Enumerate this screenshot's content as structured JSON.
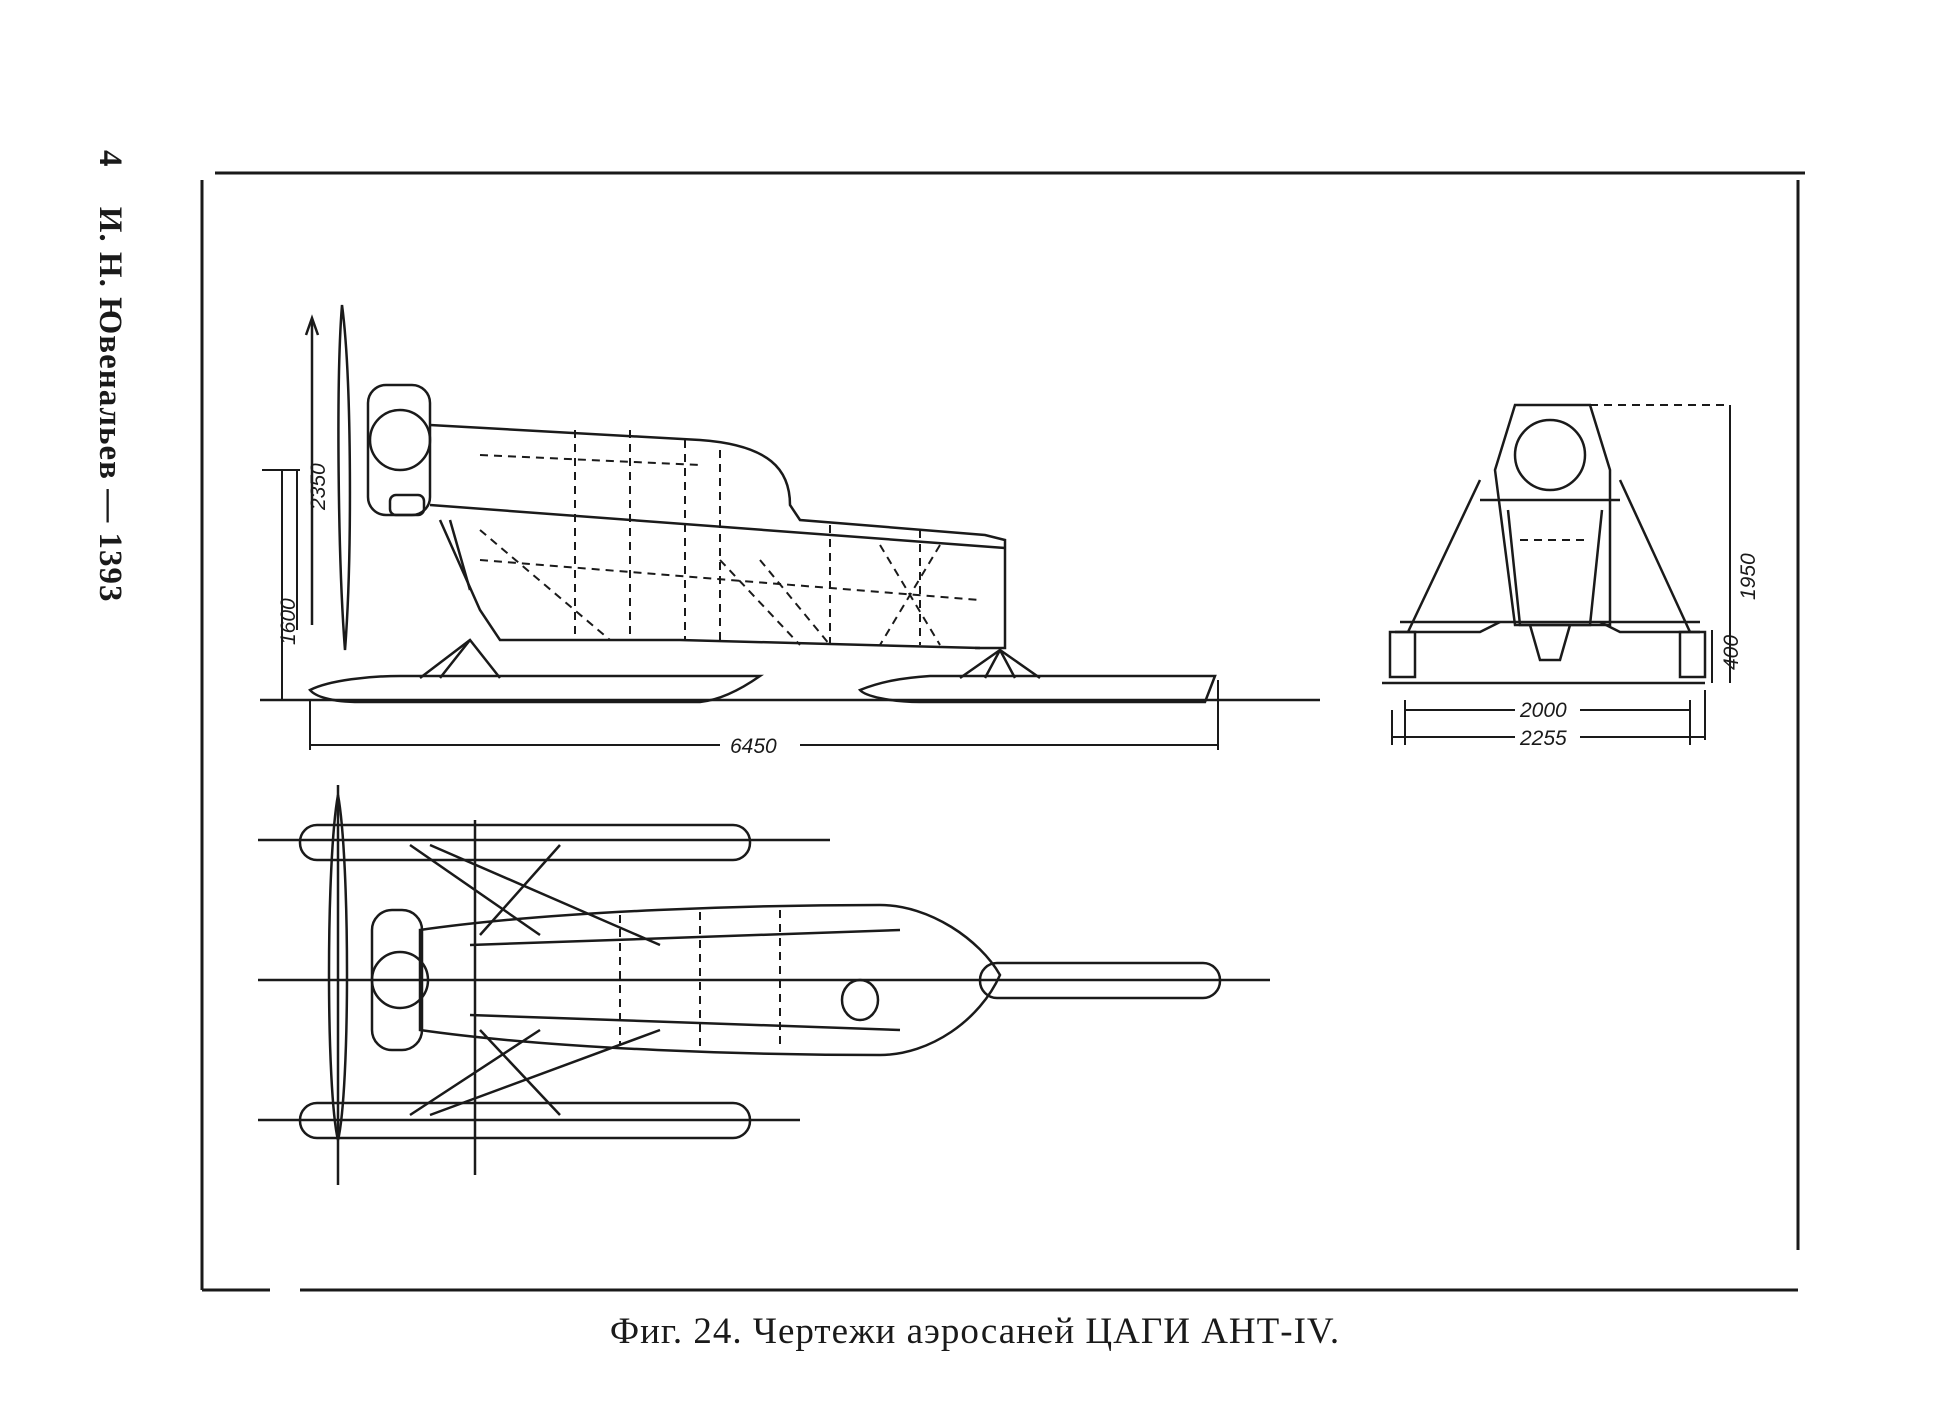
{
  "header": {
    "page_number": "4",
    "running_head": "И. Н. Ювенальев — 1393"
  },
  "figure": {
    "caption": "Фиг. 24. Чертежи аэросаней ЦАГИ АНТ-IV.",
    "dimensions": {
      "propeller": "2350",
      "height": "1600",
      "length": "6450",
      "front_height": "1950",
      "ski_height": "400",
      "track_inner": "2000",
      "track_outer": "2255"
    }
  },
  "colors": {
    "ink": "#1a1a1a",
    "paper": "#ffffff"
  }
}
